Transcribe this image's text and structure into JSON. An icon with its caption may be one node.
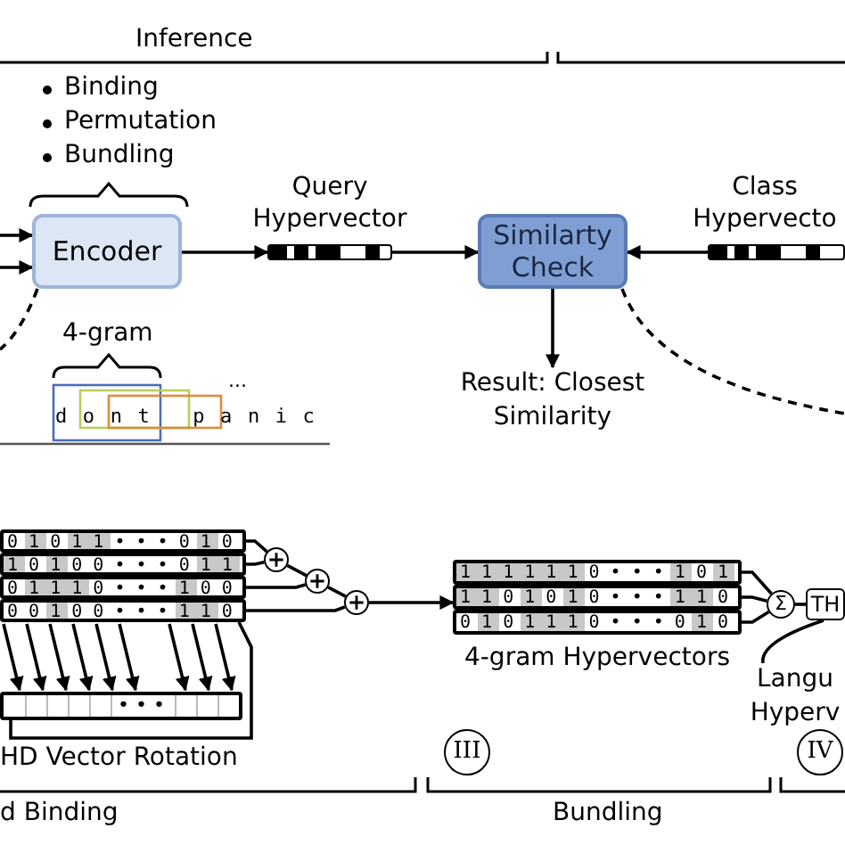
{
  "diagram": {
    "nodes": [
      {
        "text": [
          "Encoder"
        ]
      },
      {
        "text": [
          "Query Hypervector"
        ]
      },
      {
        "text": [
          "Similarty Check"
        ]
      },
      {
        "text": [
          "Class Hypervecto"
        ]
      },
      {
        "text": [
          "Result: Closest Similarity"
        ]
      },
      {
        "text": [
          "0 1 0 1 1 • • • 0 1 0"
        ]
      },
      {
        "text": [
          "1 0 1 0 0 • • • 0 1 1"
        ]
      },
      {
        "text": [
          "0 1 1 1 0 • • • 1 0 0"
        ]
      },
      {
        "text": [
          "0 0 1 0 0 • • • 1 1 0"
        ]
      },
      {
        "text": [],
        "shape": "circle"
      },
      {
        "text": [],
        "shape": "circle"
      },
      {
        "text": [],
        "shape": "circle"
      },
      {
        "text": [
          "4-gram Hypervectors"
        ]
      },
      {
        "text": [
          "1 1 1 1 1 1 0 • • • 1 0 1"
        ],
        "in": 12
      },
      {
        "text": [
          "1 1 0 1 0 1 0 • • • 1 1 0"
        ],
        "in": 12
      },
      {
        "text": [
          "0 1 0 1 1 1 0 • • • 0 1 0"
        ],
        "in": 12
      },
      {
        "text": [
          "Σ"
        ]
      },
      {
        "text": [
          "TH"
        ]
      },
      {
        "text": [
          "Langu Hyperv"
        ]
      },
      {
        "text": [
          "• • •"
        ],
        "beside": [
          "HD Vector Rotation"
        ]
      }
    ],
    "edges": [
      {
        "from": null,
        "to": 0,
        "arrow": "to"
      },
      {
        "from": null,
        "to": 0,
        "arrow": "to"
      },
      {
        "from": 0,
        "to": 1,
        "arrow": "to"
      },
      {
        "from": 1,
        "to": 2,
        "arrow": "to"
      },
      {
        "from": 3,
        "to": 2,
        "arrow": "to"
      },
      {
        "from": 2,
        "to": 4,
        "arrow": "to"
      },
      {
        "from": 0,
        "to": null,
        "arrow": "none",
        "style": "dashed"
      },
      {
        "from": 2,
        "to": null,
        "arrow": "none",
        "style": "dashed"
      },
      {
        "from": 5,
        "to": 9,
        "arrow": "none"
      },
      {
        "from": 6,
        "to": 9,
        "arrow": "none"
      },
      {
        "from": 9,
        "to": 10,
        "arrow": "none"
      },
      {
        "from": 7,
        "to": 10,
        "arrow": "none"
      },
      {
        "from": 10,
        "to": 11,
        "arrow": "none"
      },
      {
        "from": 8,
        "to": 11,
        "arrow": "none"
      },
      {
        "from": 11,
        "to": 12,
        "arrow": "to"
      },
      {
        "from": 13,
        "to": 16,
        "arrow": "none"
      },
      {
        "from": 14,
        "to": 16,
        "arrow": "none"
      },
      {
        "from": 15,
        "to": 16,
        "arrow": "none"
      },
      {
        "from": 16,
        "to": 17,
        "arrow": "none"
      },
      {
        "from": 18,
        "to": 17,
        "arrow": "none"
      },
      {
        "from": 8,
        "to": 19,
        "arrow": "to"
      },
      {
        "from": 8,
        "to": 19,
        "arrow": "to"
      },
      {
        "from": 8,
        "to": 19,
        "arrow": "to"
      },
      {
        "from": 8,
        "to": 19,
        "arrow": "to"
      },
      {
        "from": 8,
        "to": 19,
        "arrow": "to"
      },
      {
        "from": 8,
        "to": 19,
        "arrow": "to"
      },
      {
        "from": 8,
        "to": 19,
        "arrow": "to"
      },
      {
        "from": 8,
        "to": 19,
        "arrow": "to"
      },
      {
        "from": 8,
        "to": 19,
        "arrow": "to"
      },
      {
        "from": 8,
        "to": 19,
        "arrow": "none"
      }
    ],
    "labels": [
      "Inference",
      "Binding",
      "Permutation",
      "Bundling",
      "4-gram",
      "...",
      "dont panic",
      "III",
      "IV",
      "d Binding",
      "Bundling"
    ]
  }
}
